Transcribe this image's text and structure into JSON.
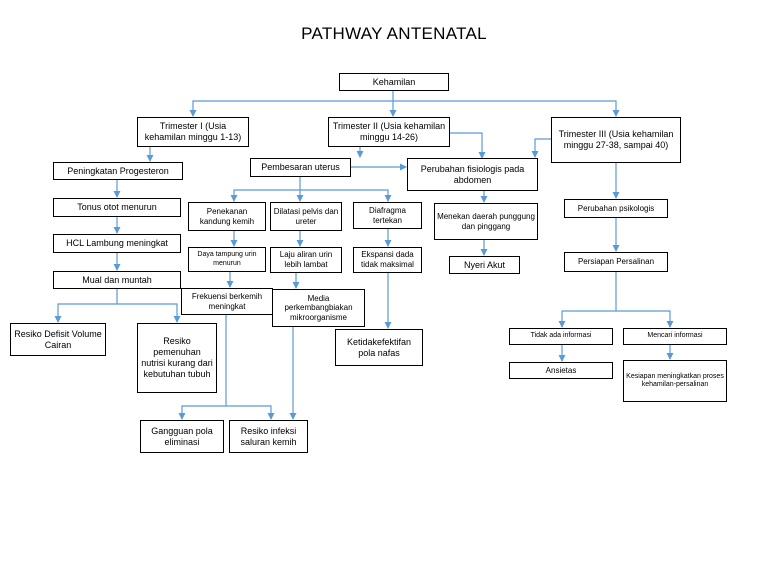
{
  "title": "PATHWAY ANTENATAL",
  "nodes": {
    "kehamilan": "Kehamilan",
    "trimester1": "Trimester I (Usia kehamilan minggu 1-13)",
    "trimester2": "Trimester II (Usia kehamilan minggu 14-26)",
    "trimester3": "Trimester III (Usia kehamilan minggu 27-38, sampai 40)",
    "peningkatan_progesteron": "Peningkatan Progesteron",
    "tonus_otot": "Tonus otot menurun",
    "hcl_lambung": "HCL Lambung meningkat",
    "mual_muntah": "Mual dan muntah",
    "resiko_defisit": "Resiko Defisit Volume Cairan",
    "resiko_nutrisi": "Resiko pemenuhan nutrisi kurang dari kebutuhan tubuh",
    "pembesaran_uterus": "Pembesaran uterus",
    "perubahan_fisiologis": "Perubahan fisiologis pada abdomen",
    "penekanan_kandung": "Penekanan kandung kemih",
    "dilatasi_pelvis": "Dilatasi pelvis dan ureter",
    "diafragma": "Diafragma tertekan",
    "daya_tampung": "Daya tampung urin menurun",
    "laju_aliran": "Laju aliran urin lebih lambat",
    "ekspansi_dada": "Ekspansi dada tidak maksimal",
    "frekuensi_berkemih": "Frekuensi berkemih meningkat",
    "media_perkembangbiakan": "Media perkembangbiakan mikroorganisme",
    "ketidakefektifan": "Ketidakefektifan pola nafas",
    "gangguan_eliminasi": "Gangguan pola eliminasi",
    "resiko_infeksi": "Resiko infeksi saluran kemih",
    "menekan_daerah": "Menekan daerah punggung dan pinggang",
    "nyeri_akut": "Nyeri Akut",
    "perubahan_psikologis": "Perubahan psikologis",
    "persiapan_persalinan": "Persiapan Persalinan",
    "tidak_ada_informasi": "Tidak ada informasi",
    "mencari_informasi": "Mencari informasi",
    "ansietas": "Ansietas",
    "kesiapan": "Kesiapan meningkatkan proses kehamilan-persalinan"
  },
  "colors": {
    "connector": "#5b9bd5",
    "box_border": "#000000",
    "text": "#000000"
  }
}
